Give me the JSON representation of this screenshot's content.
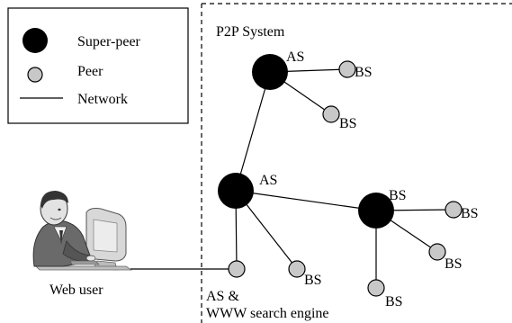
{
  "legend": {
    "items": [
      {
        "shape": "super-peer",
        "label": "Super-peer"
      },
      {
        "shape": "peer",
        "label": "Peer"
      },
      {
        "shape": "network",
        "label": "Network"
      }
    ]
  },
  "system": {
    "title": "P2P System"
  },
  "nodes": {
    "super_top": {
      "kind": "super-peer",
      "label": "AS"
    },
    "super_mid": {
      "kind": "super-peer",
      "label": "AS"
    },
    "super_right": {
      "kind": "super-peer",
      "label": "BS"
    },
    "peer_top1": {
      "kind": "peer",
      "label": "BS"
    },
    "peer_top2": {
      "kind": "peer",
      "label": "BS"
    },
    "peer_mid_bs": {
      "kind": "peer",
      "label": "BS"
    },
    "peer_right1": {
      "kind": "peer",
      "label": "BS"
    },
    "peer_right2": {
      "kind": "peer",
      "label": "BS"
    },
    "peer_right3": {
      "kind": "peer",
      "label": "BS"
    },
    "gateway": {
      "kind": "peer",
      "label_line1": "AS &",
      "label_line2": "WWW search engine"
    }
  },
  "web_user": {
    "label": "Web user"
  },
  "colors": {
    "super_peer": "#000000",
    "peer_fill": "#c8c8c8",
    "line": "#000000",
    "border": "#000000"
  }
}
